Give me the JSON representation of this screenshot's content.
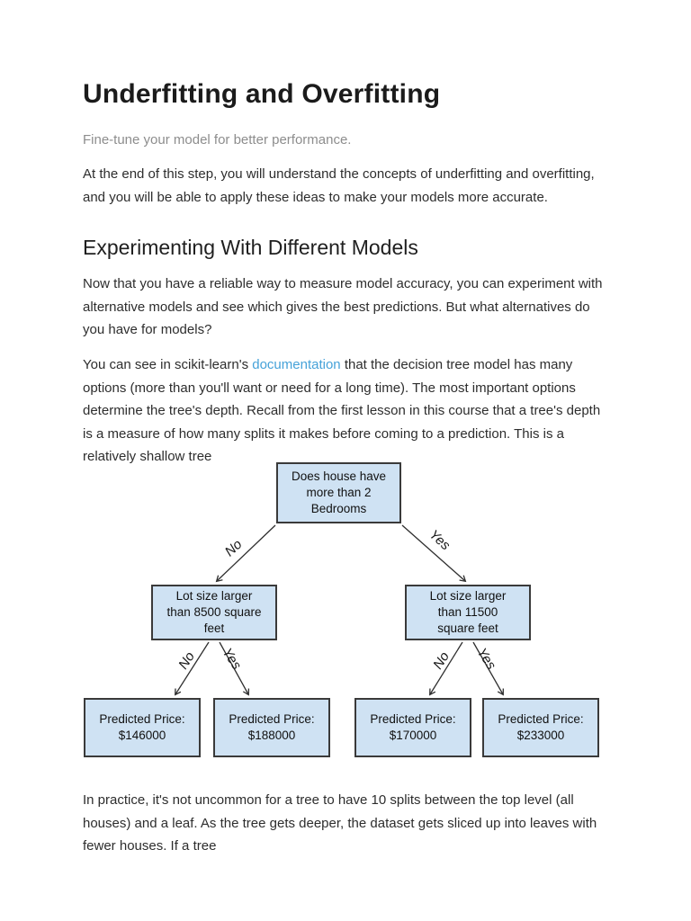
{
  "page": {
    "title": "Underfitting and Overfitting",
    "subtitle": "Fine-tune your model for better performance.",
    "intro": "At the end of this step, you will understand the concepts of underfitting and overfitting, and you will be able to apply these ideas to make your models more accurate.",
    "section_heading": "Experimenting With Different Models",
    "para_models": "Now that you have a reliable way to measure model accuracy, you can experiment with alternative models and see which gives the best predictions. But what alternatives do you have for models?",
    "para_docs_before": "You can see in scikit-learn's ",
    "link_documentation": "documentation",
    "para_docs_after": " that the decision tree model has many options (more than you'll want or need for a long time). The most important options determine the tree's depth. Recall from the first lesson in this course that a tree's depth is a measure of how many splits it makes before coming to a prediction. This is a relatively shallow tree",
    "closing_para": "In practice, it's not uncommon for a tree to have 10 splits between the top level (all houses) and a leaf. As the tree gets deeper, the dataset gets sliced up into leaves with fewer houses. If a tree"
  },
  "colors": {
    "link": "#46a2d9",
    "box_fill": "#cfe2f3",
    "box_border": "#3a3a3a",
    "subtitle_text": "#8d8d8d"
  },
  "tree": {
    "root": "Does house have\nmore than 2\nBedrooms",
    "level2_left": "Lot size larger\nthan 8500 square\nfeet",
    "level2_right": "Lot size larger\nthan 11500\nsquare feet",
    "leaf1": "Predicted Price:\n$146000",
    "leaf2": "Predicted Price:\n$188000",
    "leaf3": "Predicted Price:\n$170000",
    "leaf4": "Predicted Price:\n$233000",
    "no": "No",
    "yes": "Yes"
  }
}
